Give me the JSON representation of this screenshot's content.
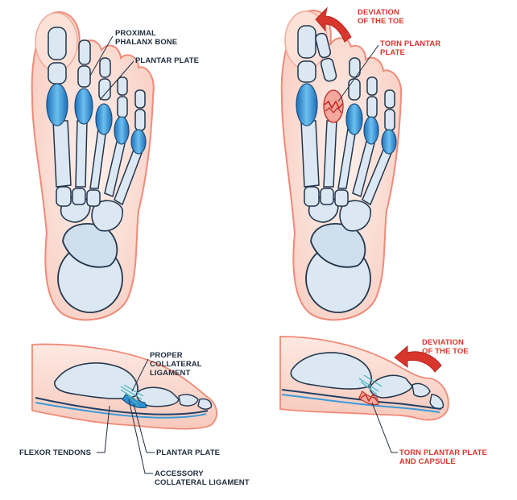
{
  "labels": {
    "proximal_phalanx_bone": "PROXIMAL\nPHALANX BONE",
    "plantar_plate_top": "PLANTAR PLATE",
    "deviation_top": "DEVIATION\nOF THE TOE",
    "torn_plantar_plate_top": "TORN PLANTAR\nPLATE",
    "proper_collateral_ligament": "PROPER\nCOLLATERAL\nLIGAMENT",
    "flexor_tendons": "FLEXOR TENDONS",
    "plantar_plate_bottom": "PLANTAR PLATE",
    "accessory_collateral_ligament": "ACCESSORY\nCOLLATERAL LIGAMENT",
    "deviation_bottom": "DEVIATION\nOF THE TOE",
    "torn_plantar_plate_capsule": "TORN PLANTAR PLATE\nAND CAPSULE"
  },
  "colors": {
    "skin_fill": "#fde4dc",
    "skin_outline": "#f08a78",
    "bone_fill": "#dbe8f3",
    "bone_outline": "#23364d",
    "plate_blue": "#2f8fd1",
    "tear_red": "#e0463d",
    "arrow_red": "#d8362c",
    "tendon_dark": "#1f3f66",
    "tendon_blue": "#3a9ad8",
    "ligament_teal": "#4fb3c0"
  }
}
